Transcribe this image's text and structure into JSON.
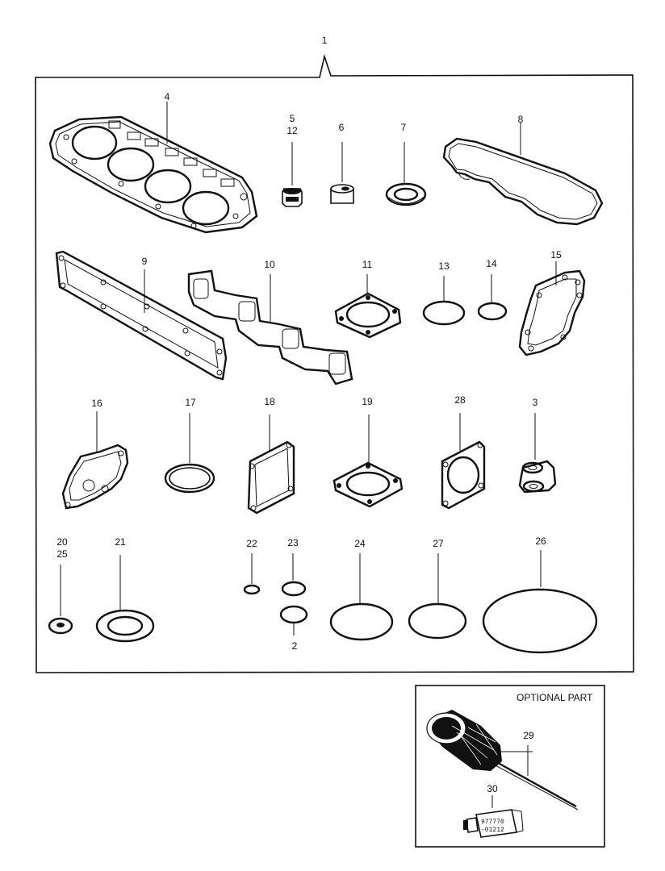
{
  "callouts": {
    "c1": "1",
    "c2": "2",
    "c3": "3",
    "c4": "4",
    "c5": "5",
    "c6": "6",
    "c7": "7",
    "c8": "8",
    "c9": "9",
    "c10": "10",
    "c11": "11",
    "c12": "12",
    "c13": "13",
    "c14": "14",
    "c15": "15",
    "c16": "16",
    "c17": "17",
    "c18": "18",
    "c19": "19",
    "c20": "20",
    "c21": "21",
    "c22": "22",
    "c23": "23",
    "c24": "24",
    "c25": "25",
    "c26": "26",
    "c27": "27",
    "c28": "28",
    "c29": "29",
    "c30": "30"
  },
  "optional_box": {
    "title": "OPTIONAL PART",
    "tube_line1": "977770",
    "tube_line2": "-01212"
  }
}
